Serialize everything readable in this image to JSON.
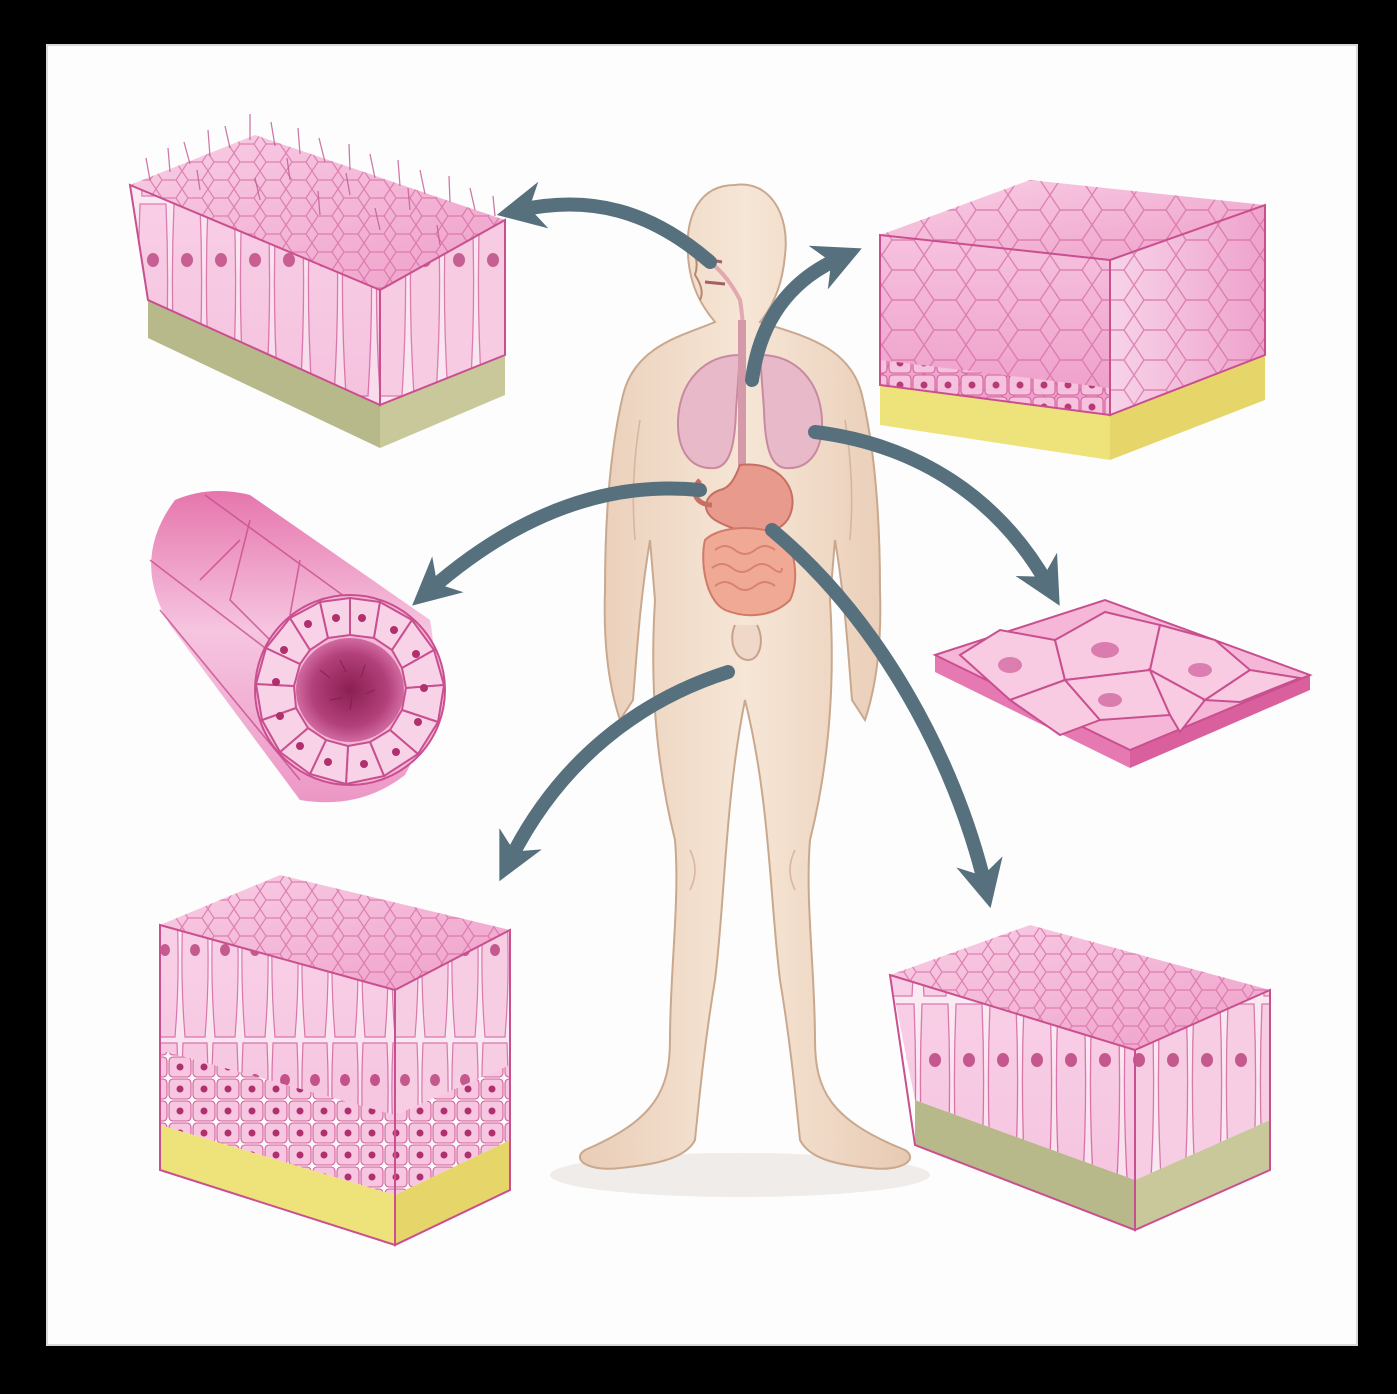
{
  "figure": {
    "subject": "epithelial-tissue-types-and-body-locations",
    "colors": {
      "frame": "#000000",
      "background": "#fdfdfd",
      "cell_pink": "#f2a7d0",
      "cell_dark": "#c2447f",
      "nucleus": "#b0306e",
      "connective_yellow": "#eee27a",
      "basement_green": "#b7b98a",
      "arrow": "#56707e",
      "skin": "#f1dcc9",
      "lungs": "#e8b9c9",
      "stomach": "#e89b8d",
      "intestine": "#f0a995"
    },
    "icons": [
      "pseudostratified-ciliated-columnar-block",
      "stratified-squamous-block",
      "simple-cuboidal-tube",
      "simple-squamous-sheet",
      "transitional-block",
      "simple-columnar-block",
      "human-body-figure",
      "arrow"
    ]
  }
}
